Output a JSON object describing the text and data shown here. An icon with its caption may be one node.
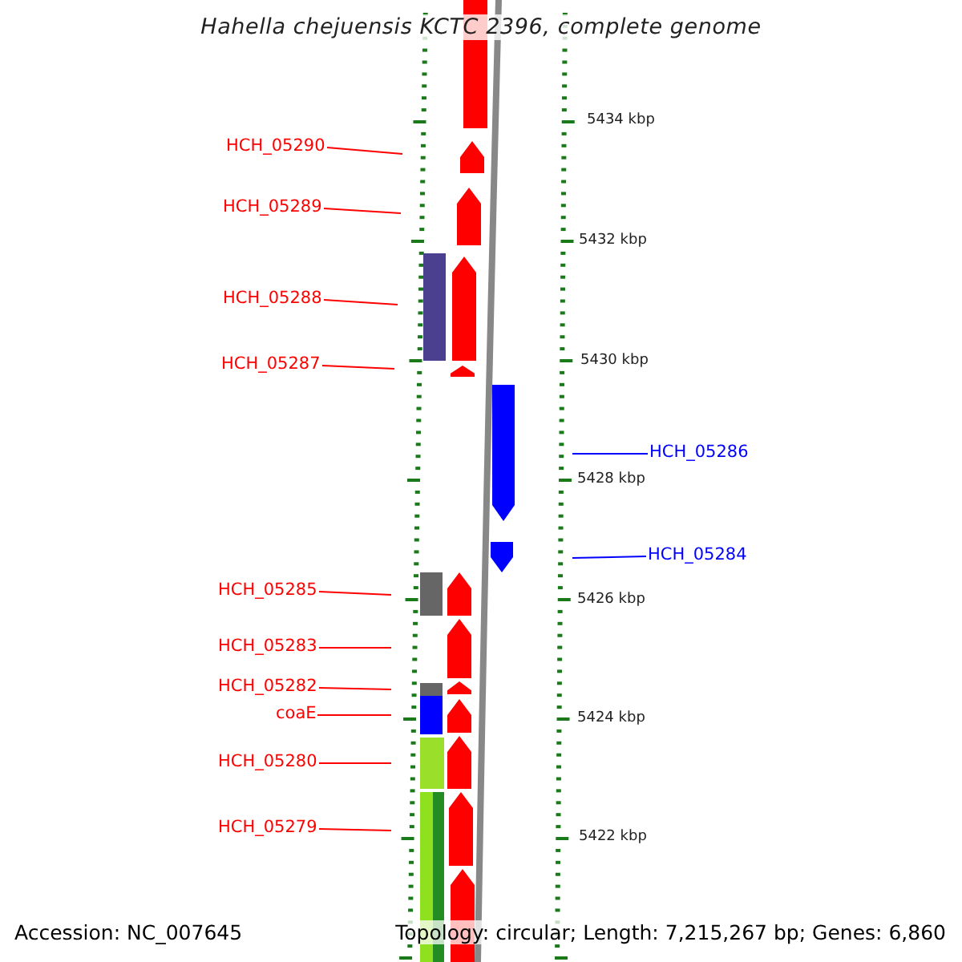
{
  "diagram": {
    "title": "Hahella chejuensis KCTC 2396, complete genome",
    "nodes": [
      {
        "text": [
          "HCH_05290"
        ]
      },
      {
        "text": [
          "HCH_05289"
        ]
      },
      {
        "text": [
          "HCH_05288"
        ]
      },
      {
        "text": [
          "HCH_05287"
        ]
      },
      {
        "text": [
          "HCH_05286"
        ]
      },
      {
        "text": [
          "HCH_05284"
        ]
      },
      {
        "text": [
          "HCH_05285"
        ]
      },
      {
        "text": [
          "HCH_05283"
        ]
      },
      {
        "text": [
          "HCH_05282"
        ]
      },
      {
        "text": [
          "coaE"
        ]
      },
      {
        "text": [
          "HCH_05280"
        ]
      },
      {
        "text": [
          "HCH_05279"
        ]
      }
    ],
    "edges": [
      {
        "from": 0,
        "to": null,
        "arrow": "none"
      },
      {
        "from": 1,
        "to": null,
        "arrow": "none"
      },
      {
        "from": 2,
        "to": null,
        "arrow": "none"
      },
      {
        "from": 3,
        "to": null,
        "arrow": "none"
      },
      {
        "from": 4,
        "to": null,
        "arrow": "none",
        "color": "#0000ff"
      },
      {
        "from": 5,
        "to": null,
        "arrow": "none",
        "color": "#0000ff"
      },
      {
        "from": 6,
        "to": null,
        "arrow": "none"
      },
      {
        "from": 7,
        "to": null,
        "arrow": "none"
      },
      {
        "from": 8,
        "to": null,
        "arrow": "none"
      },
      {
        "from": 9,
        "to": null,
        "arrow": "none"
      },
      {
        "from": 10,
        "to": null,
        "arrow": "none"
      },
      {
        "from": 11,
        "to": null,
        "arrow": "none"
      }
    ],
    "labels": [
      "5434 kbp",
      "5432 kbp",
      "5430 kbp",
      "5428 kbp",
      "5426 kbp",
      "5424 kbp",
      "5422 kbp",
      "Accession: NC_007645",
      "Topology: circular; Length: 7,215,267 bp; Genes: 6,860"
    ]
  }
}
